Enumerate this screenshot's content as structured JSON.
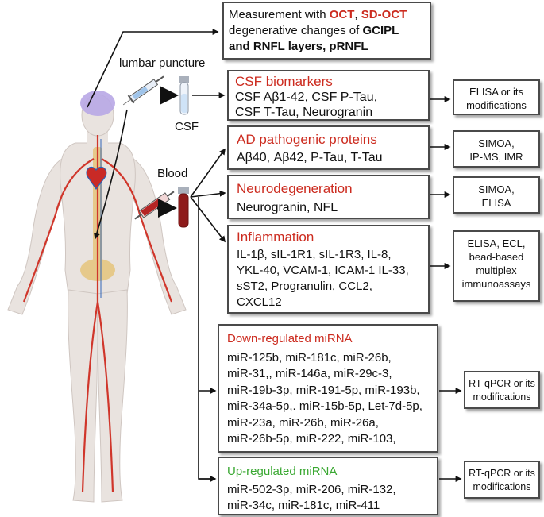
{
  "labels": {
    "lumbar": "lumbar puncture",
    "csf": "CSF",
    "blood": "Blood"
  },
  "oct": {
    "prefix": "Measurement with ",
    "oct1": "OCT",
    "comma": ", ",
    "oct2": "SD-OCT",
    "line2_plain": "degenerative changes of ",
    "line2_bold": "GCIPL",
    "line3": "and RNFL layers, pRNFL"
  },
  "csf_box": {
    "title": "CSF biomarkers",
    "lines": [
      "CSF Aβ1-42, CSF P-Tau,",
      "CSF T-Tau, Neurogranin"
    ]
  },
  "ad_box": {
    "title": "AD pathogenic proteins",
    "lines": [
      "Aβ40, Aβ42, P-Tau, T-Tau"
    ]
  },
  "neuro_box": {
    "title": "Neurodegeneration",
    "lines": [
      "Neurogranin, NFL"
    ]
  },
  "inflam_box": {
    "title": "Inflammation",
    "lines": [
      "IL-1β, sIL-1R1, sIL-1R3, IL-8,",
      "YKL-40, VCAM-1, ICAM-1 IL-33,",
      "sST2, Progranulin,  CCL2,",
      "CXCL12"
    ]
  },
  "down_box": {
    "title": "Down-regulated miRNA",
    "lines": [
      "miR-125b, miR-181c, miR-26b,",
      "miR-31,, miR-146a,  miR-29c-3,",
      "miR-19b-3p, miR-191-5p, miR-193b,",
      "miR-34a-5p,.  miR-15b-5p,  Let-7d-5p,",
      "miR-23a, miR-26b, miR-26a,",
      "miR-26b-5p, miR-222, miR-103,"
    ]
  },
  "up_box": {
    "title": "Up-regulated miRNA",
    "lines": [
      "miR-502-3p, miR-206, miR-132,",
      "miR-34c, miR-181c, miR-411"
    ]
  },
  "methods": {
    "csf": [
      "ELISA or its",
      "modifications"
    ],
    "ad": [
      "SIMOA,",
      "IP-MS, IMR"
    ],
    "neuro": [
      "SIMOA,",
      "ELISA"
    ],
    "inflam": [
      "ELISA, ECL,",
      "bead-based",
      "multiplex",
      "immunoassays"
    ],
    "down": [
      "RT-qPCR or its",
      "modifications"
    ],
    "up": [
      "RT-qPCR or its",
      "modifications"
    ]
  },
  "colors": {
    "red_title": "#cc2b1f",
    "green_title": "#3aa832",
    "box_border": "#4a4a4a",
    "vessel_red": "#d0362b",
    "skin": "#e9e3df"
  }
}
